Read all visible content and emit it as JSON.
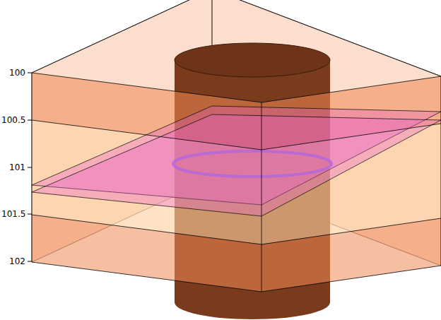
{
  "diagram": {
    "labels": [
      "100",
      "100.5",
      "101",
      "101.5",
      "102"
    ]
  }
}
